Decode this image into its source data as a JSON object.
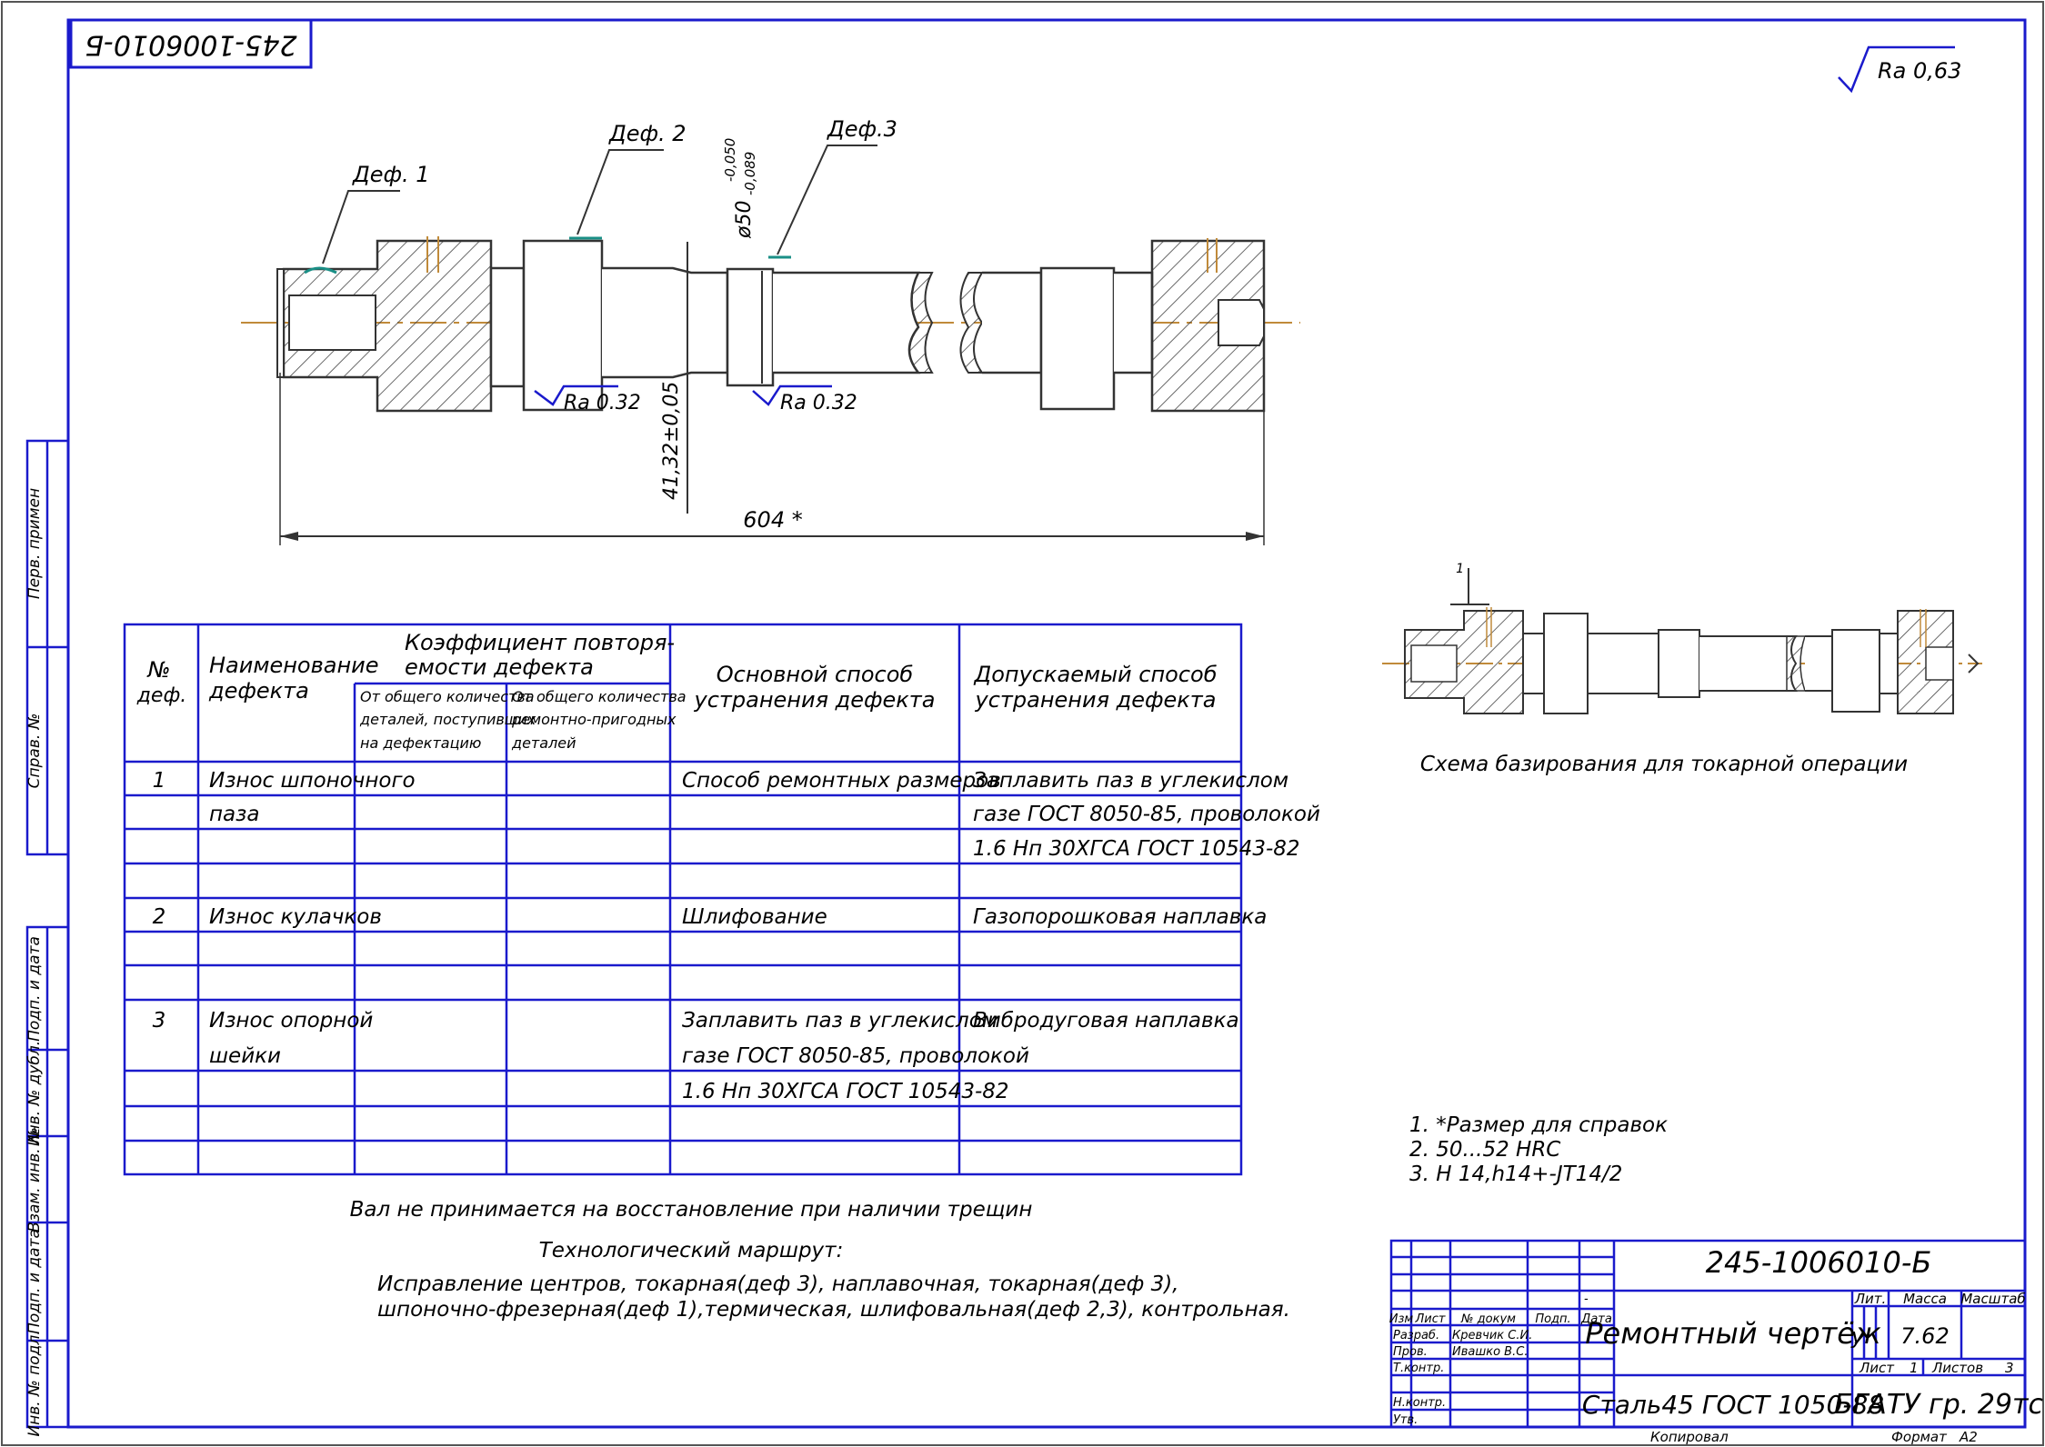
{
  "drawing_number": "245-1006010-Б",
  "roughness_general": "Ra 0,63",
  "defect_callouts": [
    "Деф. 1",
    "Деф. 2",
    "Деф.3"
  ],
  "dimensions": {
    "diameter": "ø50",
    "diameter_tol_upper": "-0,050",
    "diameter_tol_lower": "-0,089",
    "roughness_left": "Ra 0.32",
    "roughness_right": "Ra 0.32",
    "radial": "41,32±0,05",
    "length": "604 *"
  },
  "defect_table": {
    "headers": {
      "num": [
        "№",
        "деф."
      ],
      "name": [
        "Наименование",
        "дефекта"
      ],
      "coef": [
        "Коэффициент повторя-",
        "емости дефекта"
      ],
      "coef_total": [
        "От общего количества",
        "деталей, поступивших",
        "на дефектацию"
      ],
      "coef_repair": [
        "От общего количества",
        "ремонтно-пригодных",
        "деталей"
      ],
      "main": [
        "Основной способ",
        "устранения дефекта"
      ],
      "allowed": [
        "Допускаемый способ",
        "устранения дефекта"
      ]
    },
    "rows": [
      [
        "1",
        "Износ шпоночного",
        "",
        "",
        "Способ ремонтных размеров",
        "Заплавить паз в углекислом"
      ],
      [
        "",
        "паза",
        "",
        "",
        "",
        "газе ГОСТ 8050-85, проволокой"
      ],
      [
        "",
        "",
        "",
        "",
        "",
        "1.6 Нп 30ХГСА ГОСТ 10543-82"
      ],
      [
        "",
        "",
        "",
        "",
        "",
        ""
      ],
      [
        "2",
        "Износ кулачков",
        "",
        "",
        "Шлифование",
        "Газопорошковая наплавка"
      ],
      [
        "",
        "",
        "",
        "",
        "",
        ""
      ],
      [
        "",
        "",
        "",
        "",
        "",
        ""
      ],
      [
        "3",
        "Износ опорной",
        "",
        "",
        "Заплавить паз в углекислом",
        "Вибродуговая наплавка"
      ],
      [
        "",
        "шейки",
        "",
        "",
        "газе ГОСТ 8050-85, проволокой",
        ""
      ],
      [
        "",
        "",
        "",
        "",
        "1.6 Нп 30ХГСА ГОСТ 10543-82",
        ""
      ],
      [
        "",
        "",
        "",
        "",
        "",
        ""
      ]
    ]
  },
  "notes": {
    "no_restore": "Вал не принимается на восстановление при наличии трещин",
    "route_title": "Технологический маршрут:",
    "route_line1": "Исправление центров, токарная(деф 3), наплавочная, токарная(деф 3),",
    "route_line2": "шпоночно-фрезерная(деф 1),термическая, шлифовальная(деф 2,3), контрольная."
  },
  "tech_requirements": [
    "1. *Размер для справок",
    "2. 50...52 HRC",
    "3. Н 14,h14+-JT14/2"
  ],
  "basing_scheme_caption": "Схема базирования для токарной операции",
  "basing_scheme_mark": "1",
  "side_labels": [
    "Перв. примен",
    "Справ. №",
    "Подп. и дата",
    "Инв. № дубл.",
    "Взам. инв. №",
    "Подп. и дата",
    "Инв. № подл."
  ],
  "title_block": {
    "designation": "245-1006010-Б",
    "name": "Ремонтный чертёж",
    "material": "Сталь45 ГОСТ 1050-88",
    "organization": "БГАТУ гр. 29тс",
    "col_izm": "Изм",
    "col_list": "Лист",
    "col_doc": "№ докум",
    "col_sign": "Подп.",
    "col_date": "Дата",
    "role_razrab": "Разраб.",
    "role_prov": "Пров.",
    "role_tkontr": "Т.контр.",
    "role_nkontr": "Н.контр.",
    "role_utv": "Утв.",
    "razrab_name": "Кревчик С.И.",
    "prov_name": "Ивашко В.С.",
    "lit_label": "Лит.",
    "lit_value": "у",
    "mass_label": "Масса",
    "mass_value": "7.62",
    "scale_label": "Масштаб",
    "sheet_label": "Лист",
    "sheet_value": "1",
    "sheets_label": "Листов",
    "sheets_value": "3",
    "copied": "Копировал",
    "format_label": "Формат",
    "format_value": "А2",
    "dash": "-"
  },
  "colors": {
    "frame": "#1a1acc",
    "drawing": "#333333",
    "axis": "#c08a3a",
    "defect": "#1a8f86"
  }
}
